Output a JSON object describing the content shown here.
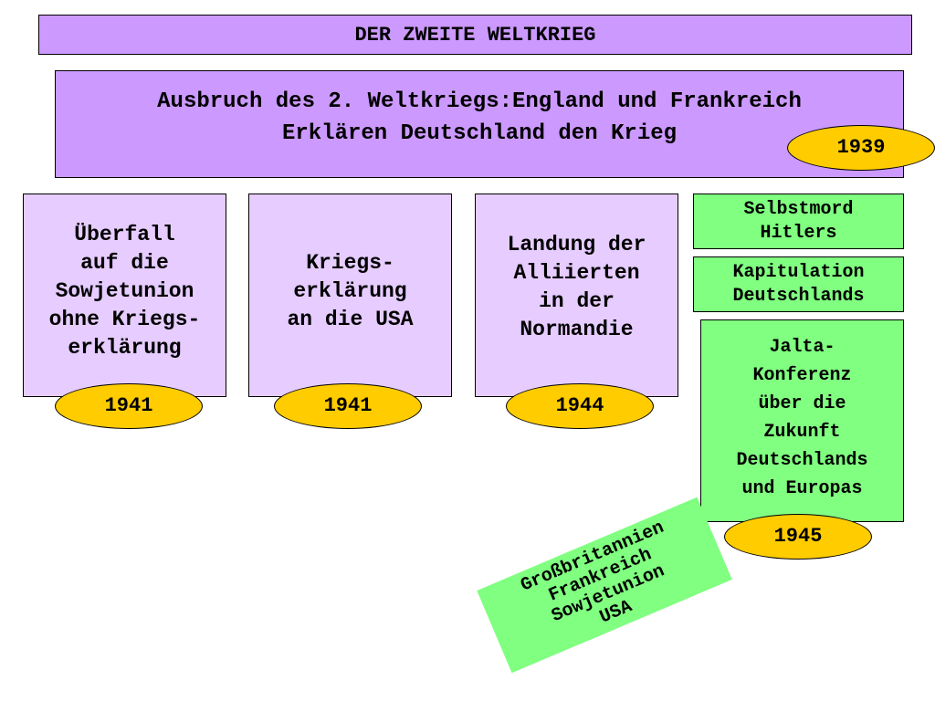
{
  "title": "DER ZWEITE WELTKRIEG",
  "outbreak": {
    "text": "Ausbruch des 2. Weltkriegs:England und Frankreich\nErklären Deutschland den Krieg",
    "year": "1939"
  },
  "events": [
    {
      "text": "Überfall\nauf die\nSowjetunion\nohne Kriegs-\nerklärung",
      "year": "1941"
    },
    {
      "text": "Kriegs-\nerklärung\nan die USA",
      "year": "1941"
    },
    {
      "text": "Landung der\nAlliierten\nin der\nNormandie",
      "year": "1944"
    }
  ],
  "final_events": {
    "suicide": "Selbstmord\nHitlers",
    "capitulation": "Kapitulation\nDeutschlands",
    "yalta": "Jalta-\nKonferenz\nüber die\nZukunft\nDeutschlands\nund Europas",
    "year": "1945"
  },
  "allies": "Großbritannien\nFrankreich\nSowjetunion\nUSA",
  "colors": {
    "title_bg": "#cc99ff",
    "event_bg": "#e6ccff",
    "green_bg": "#80ff80",
    "year_badge": "#ffcc00"
  }
}
